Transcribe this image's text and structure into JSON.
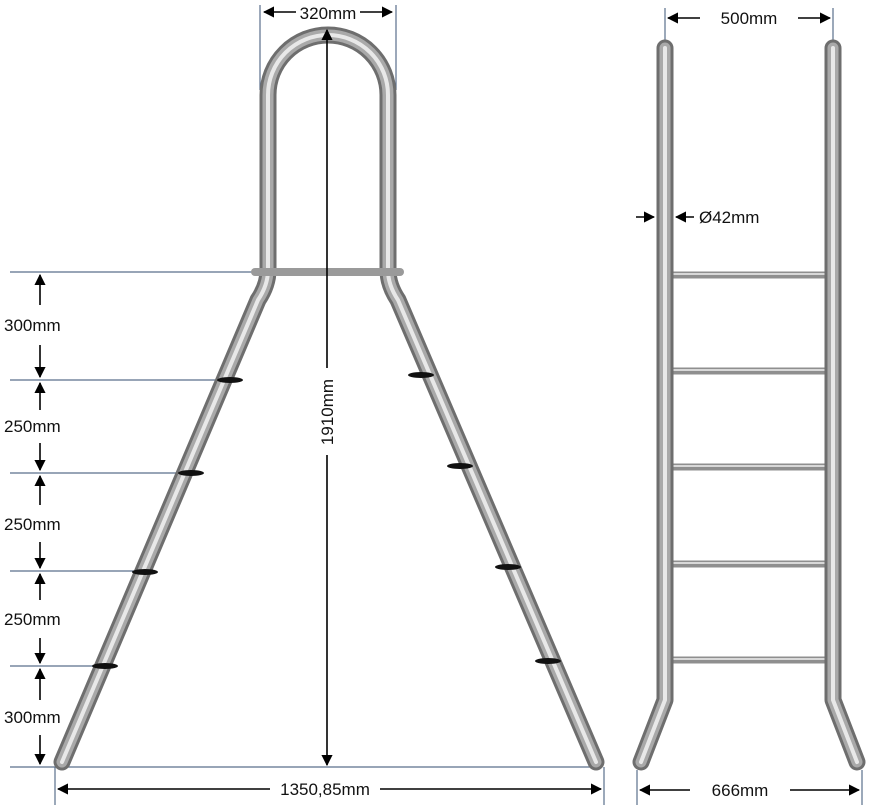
{
  "left_view": {
    "top_width": "320mm",
    "height": "1910mm",
    "base_width": "1350,85mm",
    "step_spacings": [
      "300mm",
      "250mm",
      "250mm",
      "250mm",
      "300mm"
    ]
  },
  "right_view": {
    "top_width": "500mm",
    "tube_diameter": "Ø42mm",
    "base_width": "666mm"
  },
  "colors": {
    "tube": "#a9a9a9",
    "dimension_line": "#5a6f8c"
  }
}
